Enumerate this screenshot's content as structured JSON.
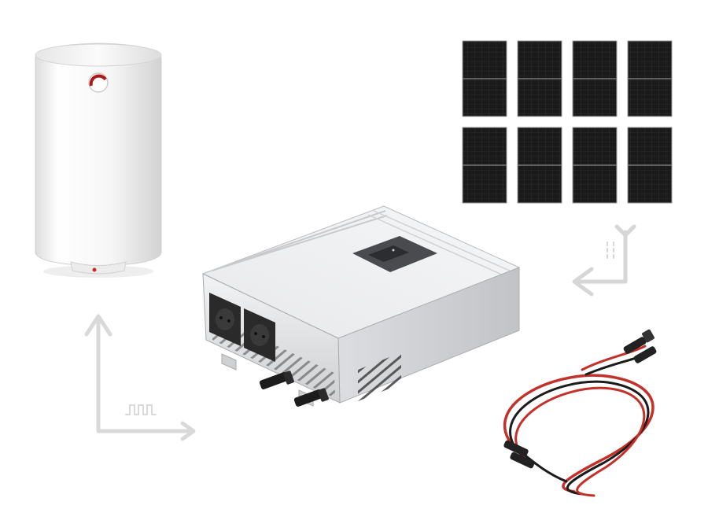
{
  "scene": {
    "description_items": [
      "water-heater",
      "solar-panels",
      "inverter",
      "solar-cables"
    ],
    "colors": {
      "background": "#ffffff",
      "arrow": "#d9d9d9",
      "panel_cell": "#1b1b1b",
      "panel_frame": "#9a9a9a",
      "inverter_body": "#e2e3e5",
      "socket": "#2a2a2a",
      "cable_red": "#c4312a",
      "cable_black": "#1c1c1c",
      "heater_body": "#f7f7f7",
      "heater_gauge": "#b01818"
    },
    "solar_panel_grid": {
      "rows": 2,
      "cols": 4
    }
  }
}
